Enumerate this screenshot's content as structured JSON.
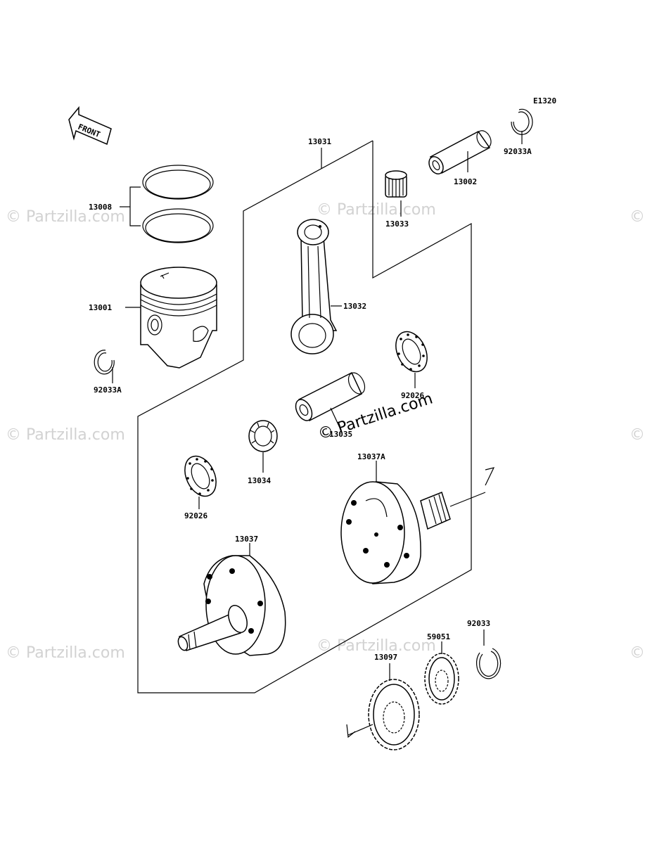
{
  "diagram_code": "E1320",
  "front_label": "FRONT",
  "watermark": "© Partzilla.com",
  "parts": {
    "p13001": "13001",
    "p13002": "13002",
    "p13008": "13008",
    "p13031": "13031",
    "p13032": "13032",
    "p13033": "13033",
    "p13034": "13034",
    "p13035": "13035",
    "p13037": "13037",
    "p13037a": "13037A",
    "p13097": "13097",
    "p59051": "59051",
    "p92026_left": "92026",
    "p92026_right": "92026",
    "p92033": "92033",
    "p92033a_left": "92033A",
    "p92033a_right": "92033A"
  }
}
